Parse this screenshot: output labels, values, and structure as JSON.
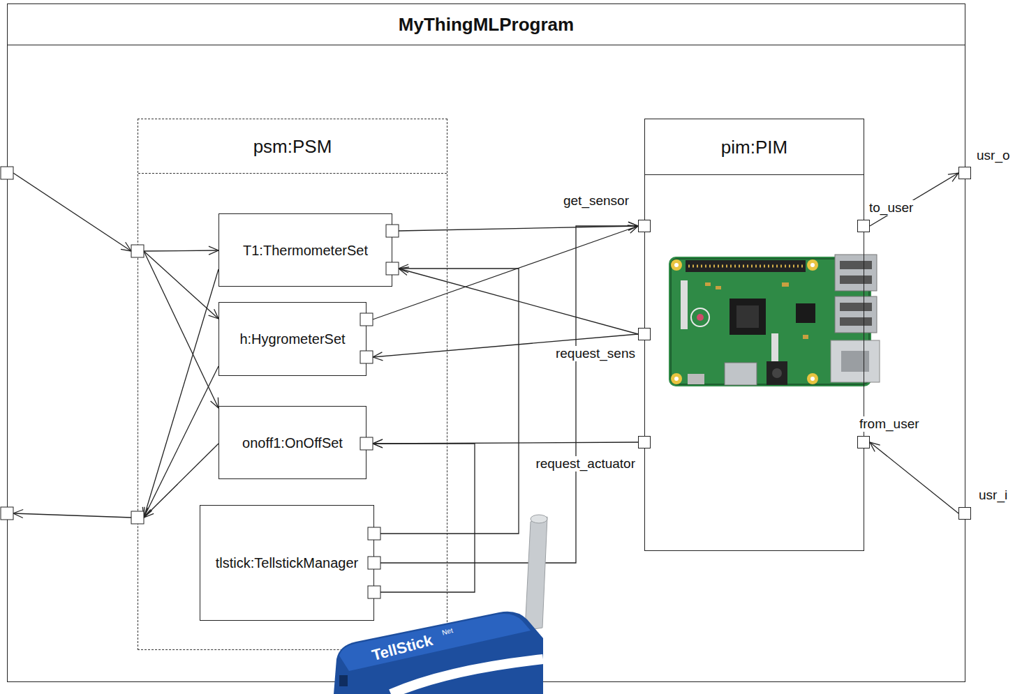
{
  "diagram": {
    "nodes": [
      {
        "text": [
          "MyThingMLProgram"
        ]
      },
      {
        "text": [
          "psm:PSM"
        ],
        "in": 0
      },
      {
        "text": [
          "T1:ThermometerSet"
        ],
        "in": 1
      },
      {
        "text": [
          "h:HygrometerSet"
        ],
        "in": 1
      },
      {
        "text": [
          "onoff1:OnOffSet"
        ],
        "in": 1
      },
      {
        "text": [
          "tlstick:TellstickManager"
        ],
        "in": 1
      },
      {
        "text": [
          "pim:PIM"
        ],
        "in": 0
      },
      {
        "text": [
          "get_sensor"
        ],
        "in": 6
      },
      {
        "text": [
          "request_sens"
        ],
        "in": 6
      },
      {
        "text": [
          "request_actuator"
        ],
        "in": 6
      },
      {
        "text": [
          "to_user"
        ],
        "in": 6
      },
      {
        "text": [
          "from_user"
        ],
        "in": 6
      },
      {
        "text": [
          "usr_o"
        ],
        "in": 0
      },
      {
        "text": [
          "usr_i"
        ],
        "in": 0
      }
    ],
    "edges": [
      {
        "from": 0,
        "to": 1,
        "arrow": "to"
      },
      {
        "from": 1,
        "to": 2,
        "arrow": "to"
      },
      {
        "from": 1,
        "to": 3,
        "arrow": "to"
      },
      {
        "from": 1,
        "to": 4,
        "arrow": "to"
      },
      {
        "from": 2,
        "to": 1,
        "arrow": "to"
      },
      {
        "from": 3,
        "to": 1,
        "arrow": "to"
      },
      {
        "from": 4,
        "to": 1,
        "arrow": "to"
      },
      {
        "from": 1,
        "to": 0,
        "arrow": "to"
      },
      {
        "from": 2,
        "to": 7,
        "arrow": "to"
      },
      {
        "from": 3,
        "to": 7,
        "arrow": "to"
      },
      {
        "from": 8,
        "to": 2,
        "arrow": "to"
      },
      {
        "from": 8,
        "to": 3,
        "arrow": "to"
      },
      {
        "from": 9,
        "to": 4,
        "arrow": "to"
      },
      {
        "from": 5,
        "to": 2,
        "arrow": "to"
      },
      {
        "from": 5,
        "to": 7,
        "arrow": "to"
      },
      {
        "from": 5,
        "to": 4,
        "arrow": "to"
      },
      {
        "from": 10,
        "to": 12,
        "arrow": "to"
      },
      {
        "from": 13,
        "to": 11,
        "arrow": "to"
      }
    ],
    "labels": [
      "TellStick",
      "Net"
    ]
  }
}
